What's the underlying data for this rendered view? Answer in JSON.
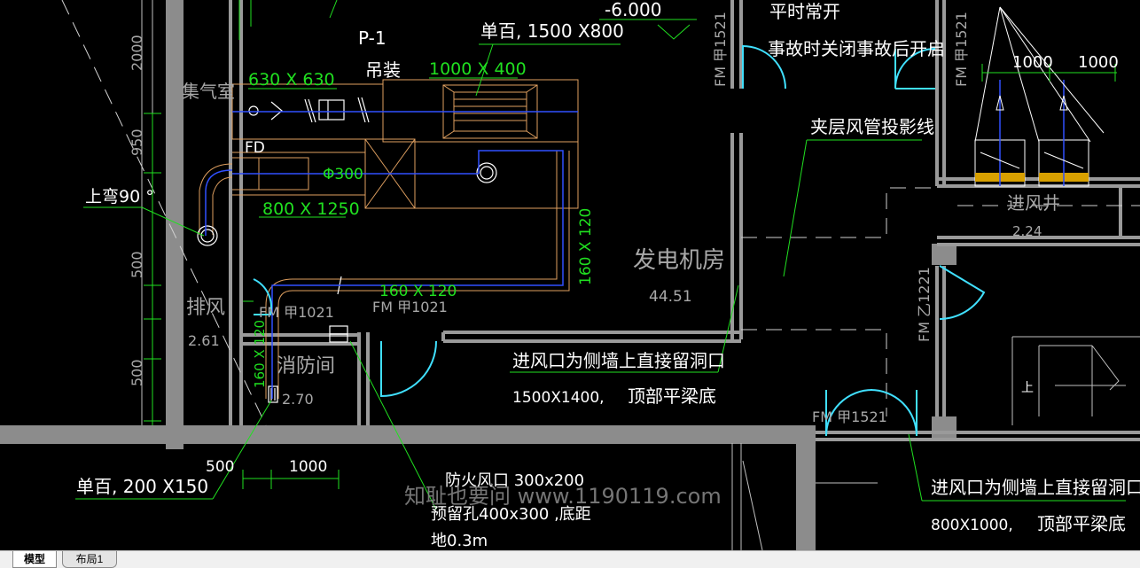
{
  "tabs": {
    "model": "模型",
    "layout1": "布局1"
  },
  "drawing": {
    "level_mark": "-6.000",
    "fan_tag": "P-1",
    "fan_mount": "吊装",
    "louver_top": "单百, 1500  X800",
    "duct_630": "630  X 630",
    "grille_top": "1000  X 400",
    "fd_tag": "FD",
    "phi300": "Φ300",
    "duct_800": "800  X 1250",
    "elbow_note": "上弯90 °",
    "room_plenum": "集气室",
    "room_exhaust": "排风",
    "area_exhaust": "2.61",
    "room_fire": "消防间",
    "area_fire": "2.70",
    "duct_160_h": "160  X 120",
    "duct_160_v1": "160  X 120",
    "duct_160_v2": "160  X 120",
    "door_fm_a": "FM 甲1021",
    "door_fm_b": "FM 甲1021",
    "room_generator": "发电机房",
    "area_generator": "44.51",
    "note_normal_open": "平时常开",
    "note_fire_close": "事故时关闭事故后开启",
    "door_fm_top": "FM 甲1521",
    "door_fm_top2": "FM 甲1521",
    "mezz_duct": "夹层风管投影线",
    "shaft_dim_1": "1000",
    "shaft_dim_2": "1000",
    "room_intake_shaft": "进风井",
    "area_intake_shaft": "2.24",
    "door_fm_yi": "FM 乙1221",
    "intake_note_1": "进风口为侧墙上直接留洞口",
    "intake_size_1": "1500X1400,",
    "intake_beam_1": "顶部平梁底",
    "door_fm_bottom": "FM 甲1521",
    "intake_note_2": "进风口为侧墙上直接留洞口",
    "intake_size_2": "800X1000,",
    "intake_beam_2": "顶部平梁底",
    "louver_bottom": "单百, 200  X150",
    "fire_damper": "防火风口 300x200",
    "reserved_hole": "预留孔400x300    ,底距",
    "floor_dist": "地0.3m",
    "dim_2000": "2000",
    "dim_950": "950",
    "dim_500_a": "500",
    "dim_500_b": "500",
    "dim_500_c": "500",
    "dim_1000": "1000",
    "up_mark": "上",
    "watermark": "知耻也要问  www.1190119.com"
  }
}
